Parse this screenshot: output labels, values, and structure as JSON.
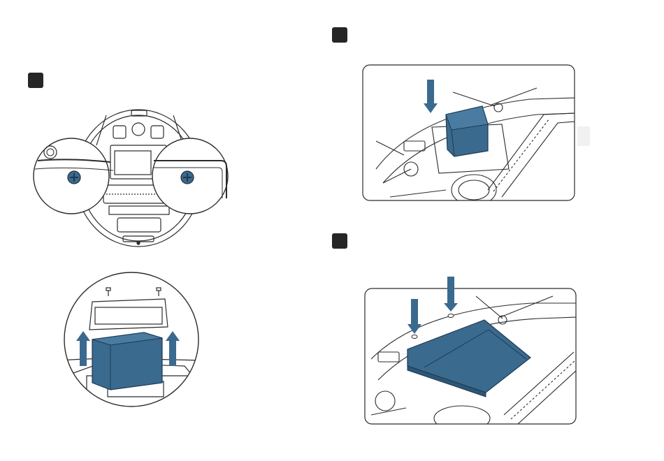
{
  "steps": [
    {
      "number": ""
    },
    {
      "number": ""
    },
    {
      "number": ""
    }
  ],
  "illustrations": {
    "remove_screws": "robot-underside-screw-callouts",
    "lift_out_battery": "battery-removal-circle",
    "insert_battery": "battery-insertion-panel",
    "fasten_cover": "battery-cover-fastening-panel"
  },
  "colors": {
    "accent": "#3a6a8e",
    "line": "#2b2b2b",
    "badge": "#262626",
    "tab": "#f1f1f1"
  }
}
